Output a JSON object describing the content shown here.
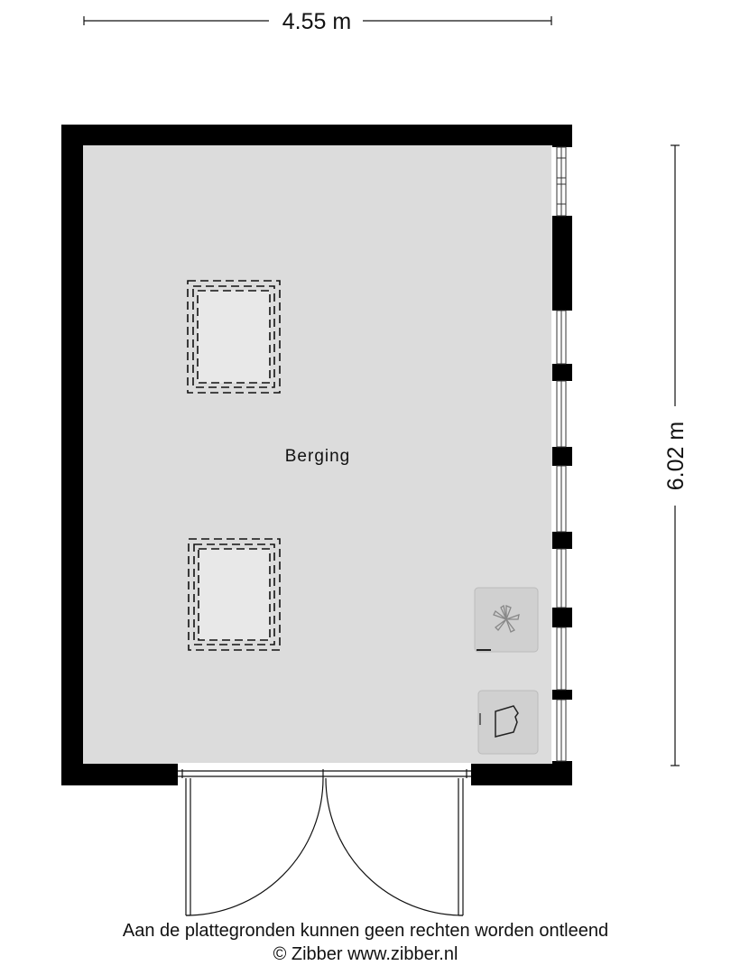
{
  "dimensions": {
    "width_label": "4.55 m",
    "height_label": "6.02 m"
  },
  "rooms": [
    {
      "name": "Berging"
    }
  ],
  "icons": {
    "appliance_1": "fan-icon",
    "appliance_2": "sink-icon"
  },
  "footer": {
    "disclaimer": "Aan de plattegronden kunnen geen rechten worden ontleend",
    "copyright": "© Zibber www.zibber.nl"
  },
  "colors": {
    "wall": "#000000",
    "floor": "#dcdcdc",
    "appliance": "#d0d0d0",
    "line": "#111111"
  }
}
